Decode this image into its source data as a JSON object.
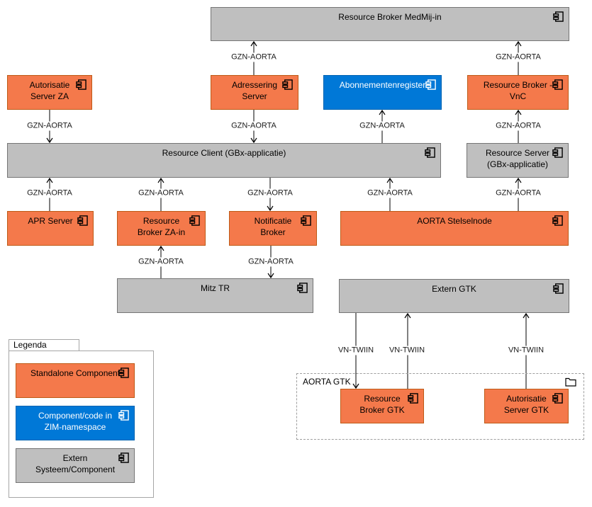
{
  "diagram": {
    "nodes": {
      "medmij": {
        "label": "Resource Broker MedMij-in",
        "type": "extern"
      },
      "aut_za": {
        "label": "Autorisatie\nServer ZA",
        "type": "standalone"
      },
      "adressering": {
        "label": "Adressering\nServer",
        "type": "standalone"
      },
      "abonnement": {
        "label": "Abonnementenregister",
        "type": "zim"
      },
      "rb_vnc": {
        "label": "Resource Broker -\nVnC",
        "type": "standalone"
      },
      "resource_client": {
        "label": "Resource Client (GBx-applicatie)",
        "type": "extern"
      },
      "resource_server": {
        "label": "Resource Server\n(GBx-applicatie)",
        "type": "extern"
      },
      "apr": {
        "label": "APR Server",
        "type": "standalone"
      },
      "rb_za_in": {
        "label": "Resource\nBroker ZA-in",
        "type": "standalone"
      },
      "notificatie": {
        "label": "Notificatie\nBroker",
        "type": "standalone"
      },
      "stelselnode": {
        "label": "AORTA Stelselnode",
        "type": "standalone"
      },
      "mitz": {
        "label": "Mitz TR",
        "type": "extern"
      },
      "extern_gtk": {
        "label": "Extern GTK",
        "type": "extern"
      },
      "rb_gtk": {
        "label": "Resource\nBroker GTK",
        "type": "standalone"
      },
      "aut_gtk": {
        "label": "Autorisatie\nServer GTK",
        "type": "standalone"
      }
    },
    "group": {
      "label": "AORTA GTK"
    },
    "edges": [
      {
        "from": "Adressering Server",
        "to": "Resource Broker MedMij-in",
        "label": "GZN-AORTA"
      },
      {
        "from": "Resource Broker - VnC",
        "to": "Resource Broker MedMij-in",
        "label": "GZN-AORTA"
      },
      {
        "from": "Autorisatie Server ZA",
        "to": "Resource Client (GBx-applicatie)",
        "label": "GZN-AORTA"
      },
      {
        "from": "Adressering Server",
        "to": "Resource Client (GBx-applicatie)",
        "label": "GZN-AORTA"
      },
      {
        "from": "Resource Client (GBx-applicatie)",
        "to": "Abonnementenregister",
        "label": "GZN-AORTA"
      },
      {
        "from": "Resource Server (GBx-applicatie)",
        "to": "Resource Broker - VnC",
        "label": "GZN-AORTA"
      },
      {
        "from": "APR Server",
        "to": "Resource Client (GBx-applicatie)",
        "label": "GZN-AORTA"
      },
      {
        "from": "Resource Broker ZA-in",
        "to": "Resource Client (GBx-applicatie)",
        "label": "GZN-AORTA"
      },
      {
        "from": "Resource Client (GBx-applicatie)",
        "to": "Notificatie Broker",
        "label": "GZN-AORTA"
      },
      {
        "from": "AORTA Stelselnode",
        "to": "Resource Client (GBx-applicatie)",
        "label": "GZN-AORTA"
      },
      {
        "from": "AORTA Stelselnode",
        "to": "Resource Server (GBx-applicatie)",
        "label": "GZN-AORTA"
      },
      {
        "from": "Mitz TR",
        "to": "Resource Broker ZA-in",
        "label": "GZN-AORTA"
      },
      {
        "from": "Notificatie Broker",
        "to": "Mitz TR",
        "label": "GZN-AORTA"
      },
      {
        "from": "Extern GTK",
        "to": "Resource Broker GTK",
        "label": "VN-TWIIN"
      },
      {
        "from": "Resource Broker GTK",
        "to": "Extern GTK",
        "label": "VN-TWIIN"
      },
      {
        "from": "Autorisatie Server GTK",
        "to": "Extern GTK",
        "label": "VN-TWIIN"
      }
    ],
    "legend": {
      "title": "Legenda",
      "items": [
        {
          "label": "Standalone Component",
          "color": "#F4794B"
        },
        {
          "label": "Component/code in\nZIM-namespace",
          "color": "#0078D7"
        },
        {
          "label": "Extern\nSysteem/Component",
          "color": "#BFBFBF"
        }
      ]
    },
    "colors": {
      "standalone_fill": "#F4794B",
      "zim_fill": "#0078D7",
      "extern_fill": "#BFBFBF"
    }
  }
}
